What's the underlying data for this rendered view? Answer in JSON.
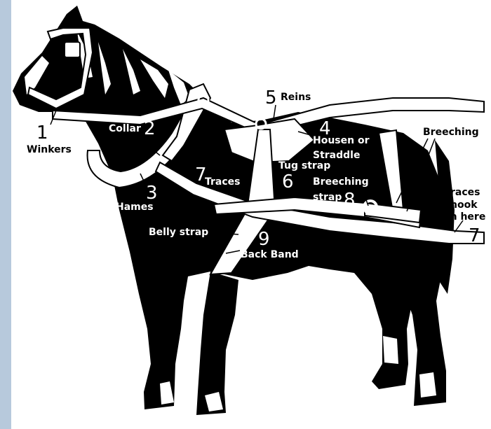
{
  "diagram": {
    "labels": {
      "winkers": {
        "number": "1",
        "text": "Winkers"
      },
      "collar": {
        "number": "2",
        "text": "Collar"
      },
      "hames": {
        "number": "3",
        "text": "Hames"
      },
      "housen": {
        "number": "4",
        "line1": "Housen or",
        "line2": "Straddle"
      },
      "reins": {
        "number": "5",
        "text": "Reins"
      },
      "tug_strap": {
        "number": "6",
        "text": "Tug strap"
      },
      "traces": {
        "number": "7",
        "text": "Traces"
      },
      "traces_hook": {
        "number": "7",
        "line1": "Traces",
        "line2": "hook",
        "line3": "on here"
      },
      "breeching_strap": {
        "number": "8",
        "line1": "Breeching",
        "line2": "strap"
      },
      "back_band": {
        "number": "9",
        "text": "Back Band"
      },
      "belly_strap": {
        "text": "Belly strap"
      },
      "breeching": {
        "text": "Breeching"
      }
    }
  },
  "colors": {
    "background_strip": "#b7c9dc",
    "horse_body": "#000000",
    "harness": "#ffffff"
  }
}
